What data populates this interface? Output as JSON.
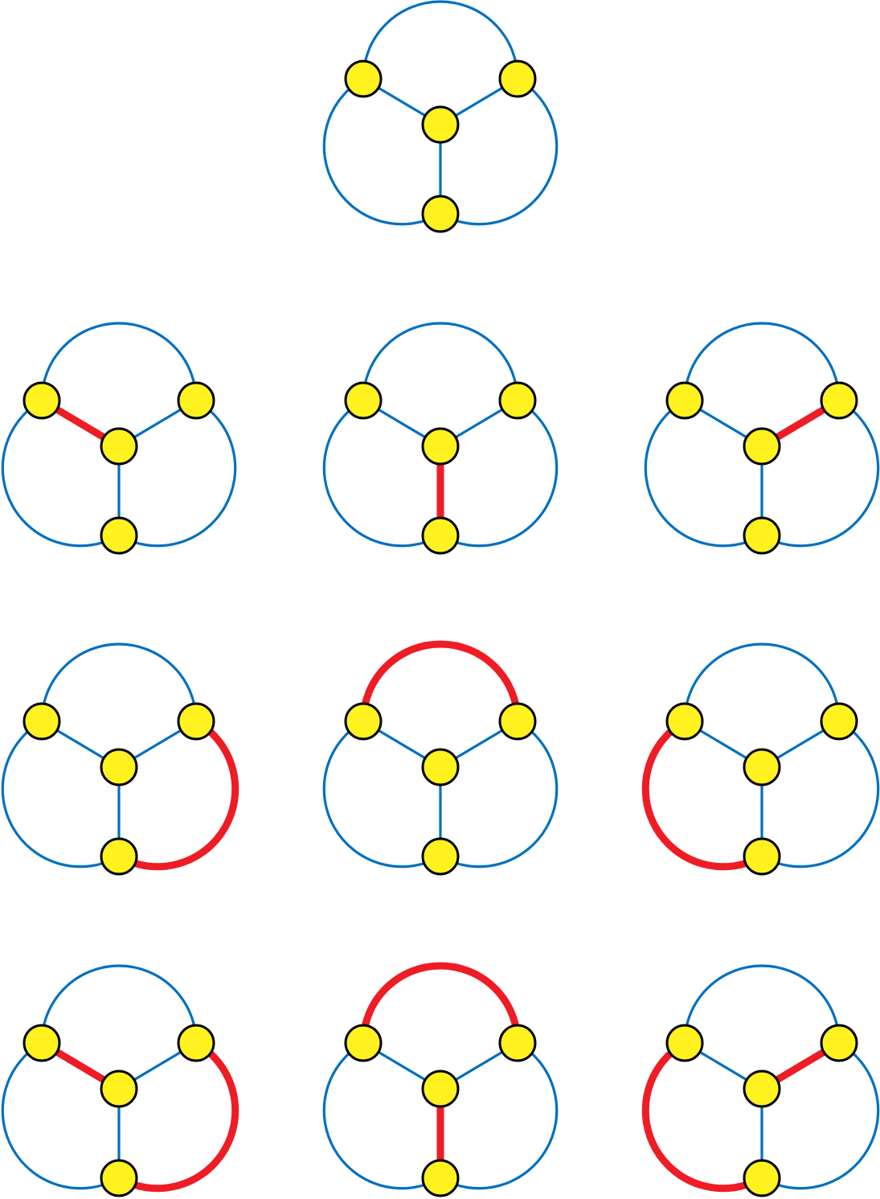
{
  "colors": {
    "edge": "#0070c0",
    "highlight": "#ee1c25",
    "node_fill": "#fff21f",
    "node_stroke": "#000000"
  },
  "graph": {
    "nodes": [
      "top-left",
      "top-right",
      "center",
      "bottom"
    ],
    "edges": [
      "spoke-left",
      "spoke-right",
      "spoke-bottom",
      "arc-top",
      "arc-left",
      "arc-right"
    ]
  },
  "copies": [
    {
      "highlighted": []
    },
    {
      "highlighted": [
        "spoke-left"
      ]
    },
    {
      "highlighted": [
        "spoke-bottom"
      ]
    },
    {
      "highlighted": [
        "spoke-right"
      ]
    },
    {
      "highlighted": [
        "arc-right"
      ]
    },
    {
      "highlighted": [
        "arc-top"
      ]
    },
    {
      "highlighted": [
        "arc-left"
      ]
    },
    {
      "highlighted": [
        "spoke-left",
        "arc-right"
      ]
    },
    {
      "highlighted": [
        "arc-top",
        "spoke-bottom"
      ]
    },
    {
      "highlighted": [
        "spoke-right",
        "arc-left"
      ]
    }
  ]
}
